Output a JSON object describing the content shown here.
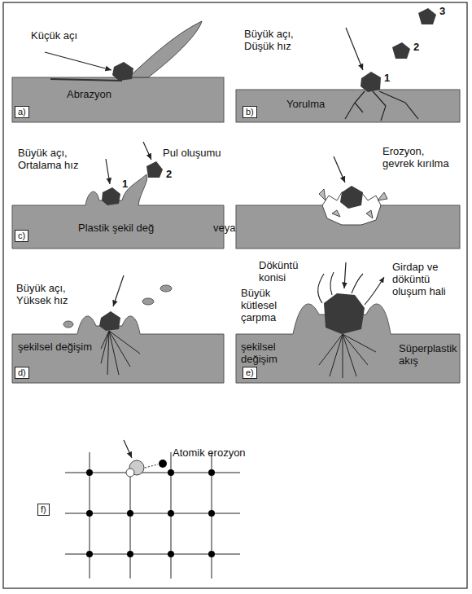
{
  "diagram": {
    "labels": [
      "Küçük açı",
      "Abrazyon",
      "a)",
      "Büyük açı, Düşük hız",
      "3",
      "2",
      "1",
      "Yorulma",
      "b)",
      "Büyük açı, Ortalama hız",
      "1",
      "2",
      "Pul oluşumu",
      "Plastik şekil değ",
      "c)",
      "veya",
      "Erozyon, gevrek kırılma",
      "Büyük açı, Yüksek hız",
      "şekilsel değişim",
      "d)",
      "Döküntü konisi",
      "Büyük kütlesel çarpma",
      "Girdap ve döküntü oluşum hali",
      "şekilsel değişim",
      "Süperplastik akış",
      "e)",
      "Atomik erozyon",
      "f)"
    ]
  }
}
